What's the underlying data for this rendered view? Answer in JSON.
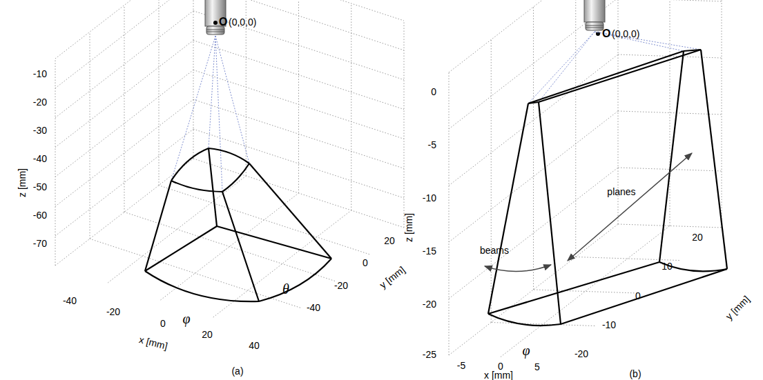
{
  "diagram": {
    "labels": [
      "O",
      "(0,0,0)",
      "-10",
      "-20",
      "-30",
      "-40",
      "-50",
      "-60",
      "-70",
      "z [mm]",
      "-40",
      "-20",
      "0",
      "20",
      "40",
      "x [mm]",
      "-40",
      "-20",
      "0",
      "20",
      "y [mm]",
      "φ",
      "θ",
      "(a)",
      "O",
      "(0,0,0)",
      "0",
      "-5",
      "-10",
      "-15",
      "-20",
      "-25",
      "z [mm]",
      "-5",
      "0",
      "5",
      "x [mm]",
      "-20",
      "-10",
      "0",
      "10",
      "20",
      "y [mm]",
      "planes",
      "beams",
      "φ",
      "(b)"
    ]
  }
}
